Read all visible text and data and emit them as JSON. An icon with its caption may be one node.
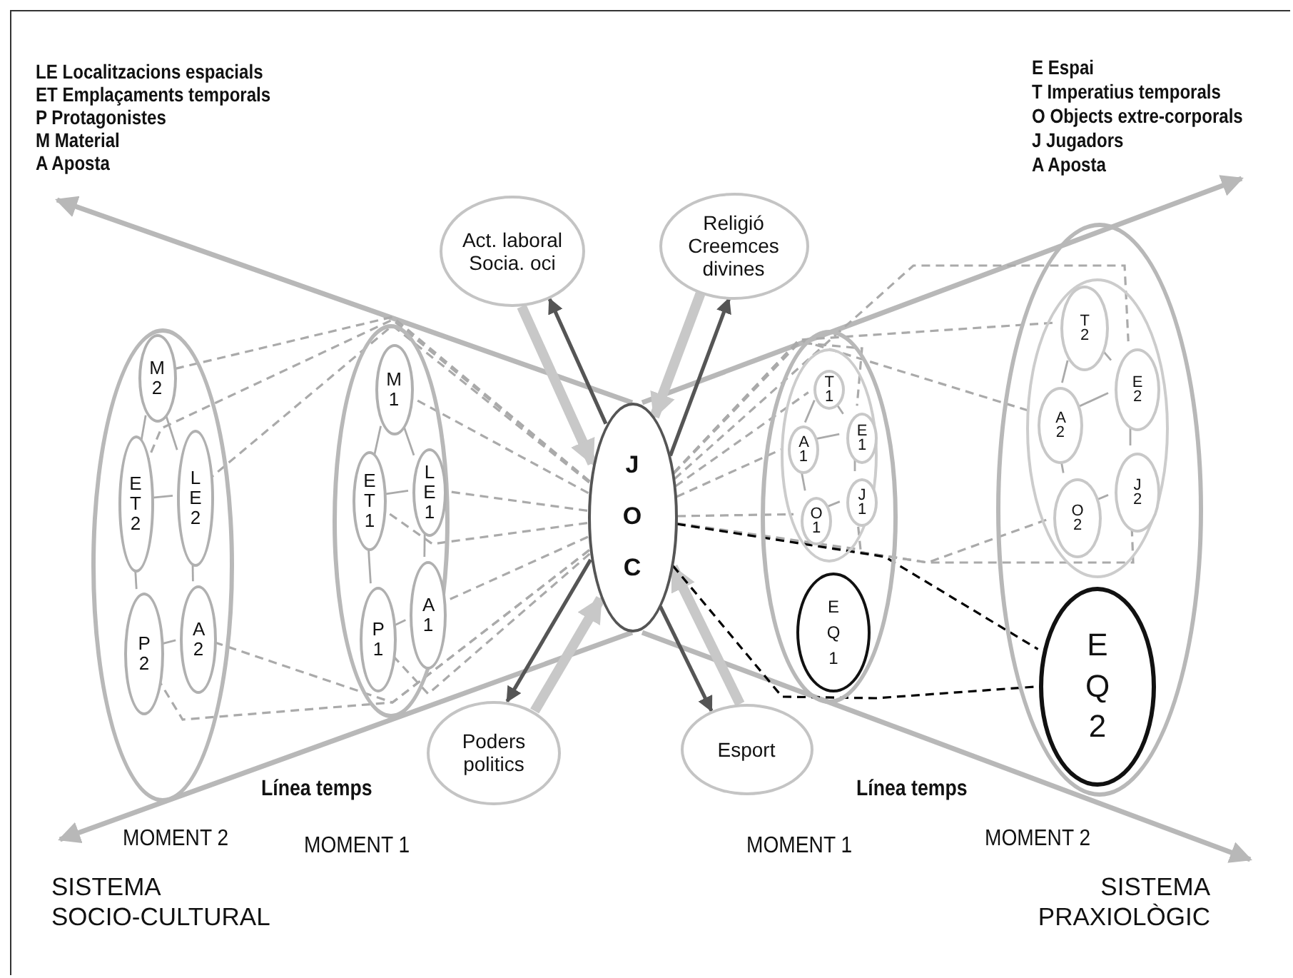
{
  "diagram": {
    "nodes": [
      {
        "text": [
          "J O C"
        ]
      },
      {
        "text": [
          "Act. laboral Socia. oci"
        ]
      },
      {
        "text": [
          "Religió Creemces divines"
        ]
      },
      {
        "text": [
          "Poders politics"
        ]
      },
      {
        "text": [
          "Esport"
        ]
      },
      {
        "text": [],
        "shape": "circle"
      },
      {
        "text": [
          "M 2"
        ],
        "in": 5
      },
      {
        "text": [
          "E T 2"
        ],
        "in": 5
      },
      {
        "text": [
          "L E 2"
        ],
        "in": 5
      },
      {
        "text": [
          "P 2"
        ],
        "in": 5
      },
      {
        "text": [
          "A 2"
        ],
        "in": 5
      },
      {
        "text": [],
        "shape": "circle"
      },
      {
        "text": [
          "M 1"
        ],
        "in": 11
      },
      {
        "text": [
          "E T 1"
        ],
        "in": 11
      },
      {
        "text": [
          "L E 1"
        ],
        "in": 11
      },
      {
        "text": [
          "P 1"
        ],
        "in": 11
      },
      {
        "text": [
          "A 1"
        ],
        "in": 11
      },
      {
        "text": [],
        "shape": "circle"
      },
      {
        "text": [],
        "shape": "circle",
        "in": 17
      },
      {
        "text": [
          "T 1"
        ],
        "in": 18
      },
      {
        "text": [
          "A 1"
        ],
        "in": 18
      },
      {
        "text": [
          "E 1"
        ],
        "in": 18
      },
      {
        "text": [
          "O 1"
        ],
        "in": 18
      },
      {
        "text": [
          "J 1"
        ],
        "in": 18
      },
      {
        "text": [
          "E Q 1"
        ],
        "in": 17
      },
      {
        "text": [],
        "shape": "circle"
      },
      {
        "text": [],
        "shape": "circle",
        "in": 25
      },
      {
        "text": [
          "T 2"
        ],
        "in": 26
      },
      {
        "text": [
          "A 2"
        ],
        "in": 26
      },
      {
        "text": [
          "E 2"
        ],
        "in": 26
      },
      {
        "text": [
          "O 2"
        ],
        "in": 26
      },
      {
        "text": [
          "J 2"
        ],
        "in": 26
      },
      {
        "text": [
          "E Q 2"
        ],
        "in": 25
      }
    ],
    "edges": [
      {
        "from": 0,
        "to": 1,
        "arrow": "to",
        "color": "#555555"
      },
      {
        "from": 1,
        "to": 0,
        "arrow": "to",
        "style": "thick",
        "color": "#c8c8c8"
      },
      {
        "from": 2,
        "to": 0,
        "arrow": "to",
        "style": "thick",
        "color": "#c8c8c8"
      },
      {
        "from": 0,
        "to": 2,
        "arrow": "to",
        "color": "#555555"
      },
      {
        "from": 0,
        "to": 3,
        "arrow": "to",
        "color": "#555555"
      },
      {
        "from": 3,
        "to": 0,
        "arrow": "to",
        "style": "thick",
        "color": "#c8c8c8"
      },
      {
        "from": 0,
        "to": 4,
        "arrow": "to",
        "color": "#555555"
      },
      {
        "from": 4,
        "to": 0,
        "arrow": "to",
        "style": "thick",
        "color": "#c8c8c8"
      },
      {
        "from": 0,
        "to": 6,
        "arrow": "none",
        "style": "dashed"
      },
      {
        "from": 0,
        "to": 7,
        "arrow": "none",
        "style": "dashed"
      },
      {
        "from": 0,
        "to": 8,
        "arrow": "none",
        "style": "dashed"
      },
      {
        "from": 0,
        "to": 9,
        "arrow": "none",
        "style": "dashed"
      },
      {
        "from": 0,
        "to": 10,
        "arrow": "none",
        "style": "dashed"
      },
      {
        "from": 0,
        "to": 12,
        "arrow": "none",
        "style": "dashed"
      },
      {
        "from": 0,
        "to": 13,
        "arrow": "none",
        "style": "dashed"
      },
      {
        "from": 0,
        "to": 14,
        "arrow": "none",
        "style": "dashed"
      },
      {
        "from": 0,
        "to": 15,
        "arrow": "none",
        "style": "dashed"
      },
      {
        "from": 0,
        "to": 16,
        "arrow": "none",
        "style": "dashed"
      },
      {
        "from": 0,
        "to": 19,
        "arrow": "none",
        "style": "dashed"
      },
      {
        "from": 0,
        "to": 20,
        "arrow": "none",
        "style": "dashed"
      },
      {
        "from": 0,
        "to": 21,
        "arrow": "none",
        "style": "dashed"
      },
      {
        "from": 0,
        "to": 22,
        "arrow": "none",
        "style": "dashed"
      },
      {
        "from": 0,
        "to": 23,
        "arrow": "none",
        "style": "dashed"
      },
      {
        "from": 0,
        "to": 27,
        "arrow": "none",
        "style": "dashed"
      },
      {
        "from": 0,
        "to": 28,
        "arrow": "none",
        "style": "dashed"
      },
      {
        "from": 0,
        "to": 29,
        "arrow": "none",
        "style": "dashed"
      },
      {
        "from": 0,
        "to": 30,
        "arrow": "none",
        "style": "dashed"
      },
      {
        "from": 0,
        "to": 31,
        "arrow": "none",
        "style": "dashed"
      },
      {
        "from": 0,
        "to": 32,
        "arrow": "none",
        "style": "dashed",
        "color": "#000000"
      },
      {
        "from": 0,
        "to": 32,
        "arrow": "none",
        "style": "dashed",
        "color": "#000000"
      },
      {
        "from": 6,
        "to": 7,
        "arrow": "none"
      },
      {
        "from": 6,
        "to": 8,
        "arrow": "none"
      },
      {
        "from": 7,
        "to": 8,
        "arrow": "none"
      },
      {
        "from": 7,
        "to": 9,
        "arrow": "none"
      },
      {
        "from": 8,
        "to": 10,
        "arrow": "none"
      },
      {
        "from": 9,
        "to": 10,
        "arrow": "none"
      },
      {
        "from": 12,
        "to": 13,
        "arrow": "none"
      },
      {
        "from": 12,
        "to": 14,
        "arrow": "none"
      },
      {
        "from": 13,
        "to": 14,
        "arrow": "none"
      },
      {
        "from": 13,
        "to": 15,
        "arrow": "none"
      },
      {
        "from": 14,
        "to": 16,
        "arrow": "none"
      },
      {
        "from": 15,
        "to": 16,
        "arrow": "none"
      },
      {
        "from": 19,
        "to": 20,
        "arrow": "none"
      },
      {
        "from": 19,
        "to": 21,
        "arrow": "none"
      },
      {
        "from": 20,
        "to": 21,
        "arrow": "none"
      },
      {
        "from": 20,
        "to": 22,
        "arrow": "none"
      },
      {
        "from": 21,
        "to": 23,
        "arrow": "none"
      },
      {
        "from": 22,
        "to": 23,
        "arrow": "none"
      },
      {
        "from": 27,
        "to": 28,
        "arrow": "none"
      },
      {
        "from": 27,
        "to": 29,
        "arrow": "none"
      },
      {
        "from": 28,
        "to": 29,
        "arrow": "none"
      },
      {
        "from": 28,
        "to": 30,
        "arrow": "none"
      },
      {
        "from": 29,
        "to": 31,
        "arrow": "none"
      },
      {
        "from": 30,
        "to": 31,
        "arrow": "none"
      }
    ],
    "labels": [
      "LE Localitzacions espacials",
      "ET Emplaçaments temporals",
      "P Protagonistes",
      "M Material",
      "A Aposta",
      "E Espai",
      "T Imperatius temporals",
      "O Objects extre-corporals",
      "J Jugadors",
      "A Aposta",
      "Línea temps",
      "Línea temps",
      "MOMENT 2",
      "MOMENT 1",
      "MOMENT 1",
      "MOMENT 2",
      "SISTEMA SOCIO-CULTURAL",
      "SISTEMA PRAXIOLÒGIC"
    ]
  }
}
